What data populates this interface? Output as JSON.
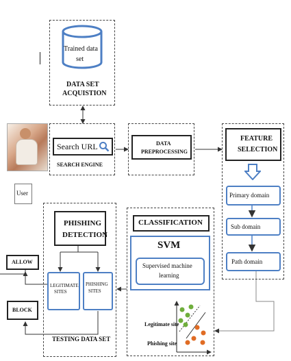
{
  "dataset": {
    "db_line1": "Trained data",
    "db_line2": "set",
    "title_line1": "DATA SET",
    "title_line2": "ACQUISTION"
  },
  "search": {
    "input": "Search URL",
    "label": "SEARCH ENGINE"
  },
  "user": {
    "label": "User"
  },
  "preprocessing": {
    "line1": "DATA",
    "line2": "PREPROCESSING"
  },
  "feature": {
    "line1": "FEATURE",
    "line2": "SELECTION",
    "items": [
      "Primary domain",
      "Sub domain",
      "Path domain"
    ]
  },
  "phishing": {
    "line1": "PHISHING",
    "line2": "DETECTION",
    "legit_line1": "LEGITIMATE",
    "legit_line2": "SITES",
    "phish_line1": "PHISHING",
    "phish_line2": "SITES"
  },
  "allow": "ALLOW",
  "block": "BLOCK",
  "testing": "TESTING DATA SET",
  "classification": {
    "title": "CLASSIFICATION",
    "svm": "SVM",
    "sml_line1": "Supervised machine",
    "sml_line2": "learning",
    "legit_site": "Legitimate site",
    "phish_site": "Phishing site"
  },
  "colors": {
    "accent_blue": "#4d7fc4",
    "legit_green": "#6fae3c",
    "phish_orange": "#e06c24"
  }
}
